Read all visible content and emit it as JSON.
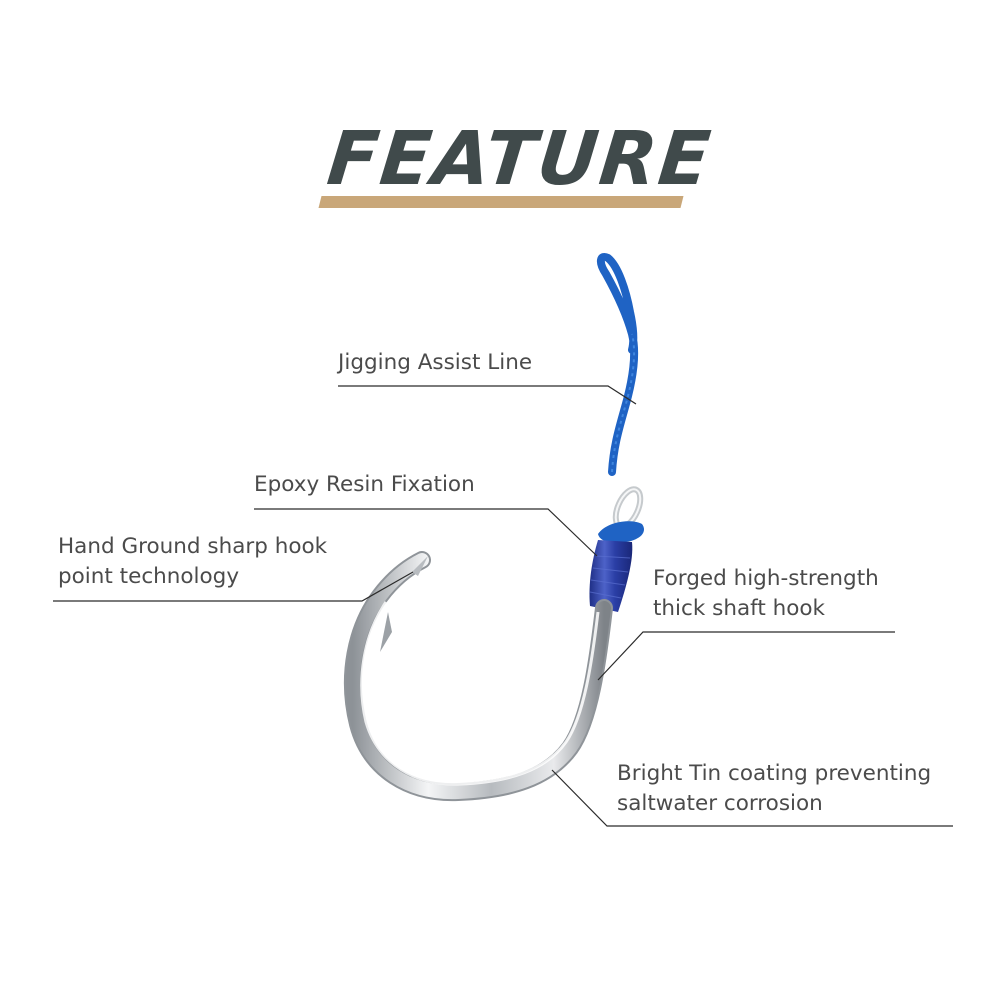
{
  "title": {
    "text": "FEATURE",
    "text_color": "#404a4b",
    "underline_color": "#c9a779"
  },
  "product": {
    "name": "fishing-hook-with-assist-line",
    "line_color": "#1f63c4",
    "epoxy_color": "#2c3f9e",
    "hook_color": "#c8ccd0"
  },
  "callouts": [
    {
      "id": "jigging-assist-line",
      "lines": [
        "Jigging Assist Line"
      ]
    },
    {
      "id": "epoxy-resin-fixation",
      "lines": [
        "Epoxy Resin Fixation"
      ]
    },
    {
      "id": "hand-ground-point",
      "lines": [
        "Hand Ground sharp hook",
        "point technology"
      ]
    },
    {
      "id": "forged-shaft",
      "lines": [
        "Forged high-strength",
        "thick shaft hook"
      ]
    },
    {
      "id": "tin-coating",
      "lines": [
        "Bright Tin coating preventing",
        "saltwater corrosion"
      ]
    }
  ]
}
